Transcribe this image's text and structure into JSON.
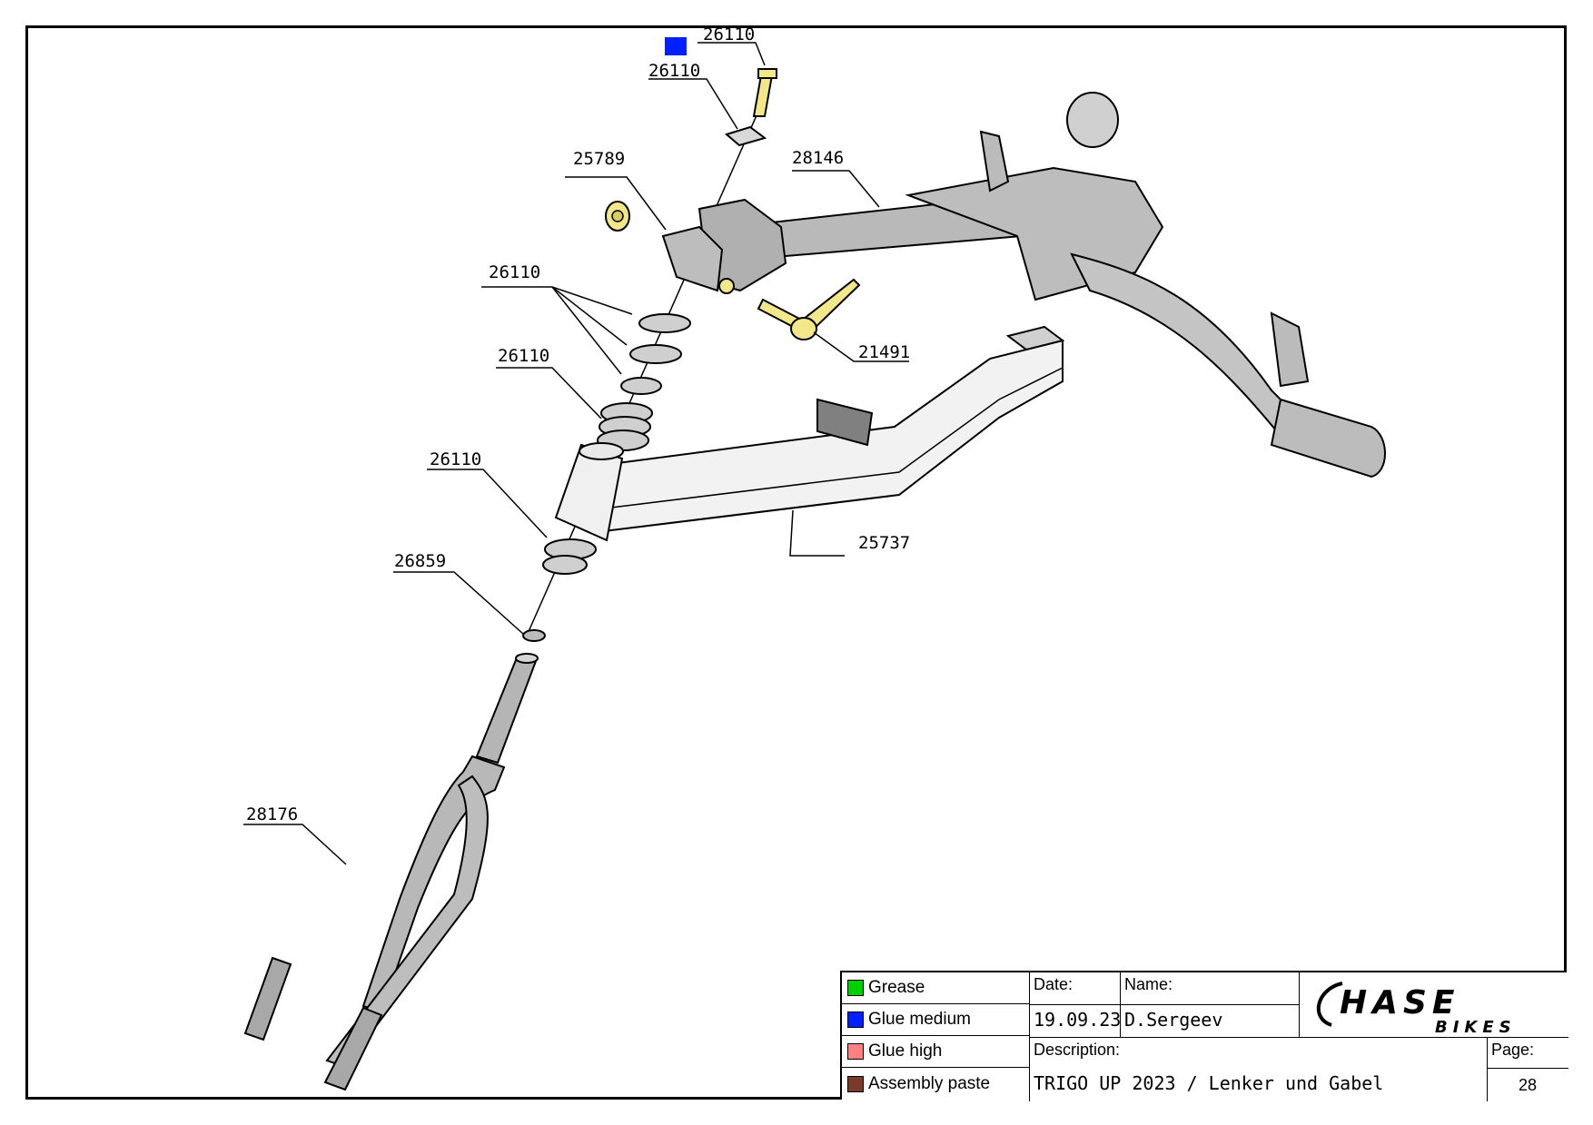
{
  "labels": {
    "top_bolt": "26110",
    "top_cap": "26110",
    "clamp": "25789",
    "handlebar": "28146",
    "spacers": "26110",
    "lever": "21491",
    "headset_upper": "26110",
    "headset_lower": "26110",
    "frame_tube": "25737",
    "star_nut": "26859",
    "fork": "28176"
  },
  "glue_marker_color": "#0020ff",
  "legend": [
    {
      "label": "Grease",
      "color": "#00d000"
    },
    {
      "label": "Glue medium",
      "color": "#0020ff"
    },
    {
      "label": "Glue high",
      "color": "#ff8080"
    },
    {
      "label": "Assembly paste",
      "color": "#7a3a2a"
    }
  ],
  "title_block": {
    "date_label": "Date:",
    "date_value": "19.09.23",
    "name_label": "Name:",
    "name_value": "D.Sergeev",
    "description_label": "Description:",
    "description_value": "TRIGO UP 2023 / Lenker und Gabel",
    "page_label": "Page:",
    "page_value": "28",
    "logo_text": "HASE",
    "logo_subtext": "BIKES"
  }
}
